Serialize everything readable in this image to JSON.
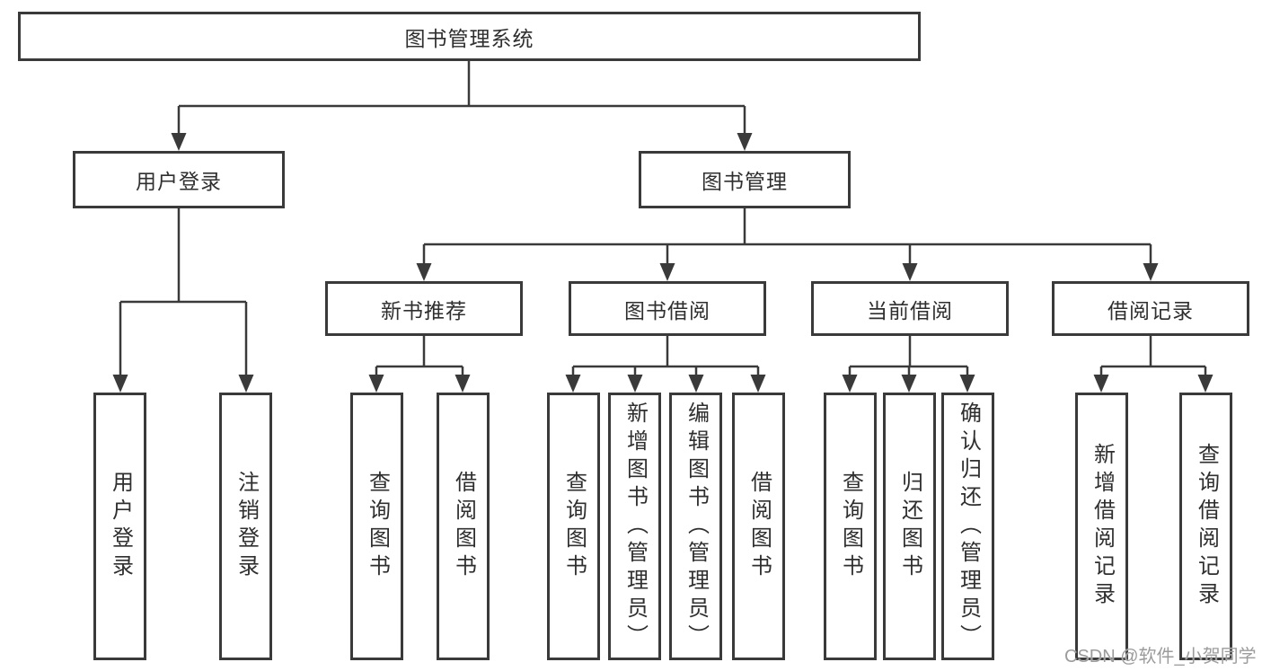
{
  "diagram": {
    "type": "tree",
    "root": {
      "label": "图书管理系统"
    },
    "level2": [
      {
        "label": "用户登录",
        "parent": "图书管理系统"
      },
      {
        "label": "图书管理",
        "parent": "图书管理系统"
      }
    ],
    "level3": [
      {
        "label": "新书推荐",
        "parent": "图书管理"
      },
      {
        "label": "图书借阅",
        "parent": "图书管理"
      },
      {
        "label": "当前借阅",
        "parent": "图书管理"
      },
      {
        "label": "借阅记录",
        "parent": "图书管理"
      }
    ],
    "leaves": [
      {
        "label": "用户登录",
        "parent": "用户登录"
      },
      {
        "label": "注销登录",
        "parent": "用户登录"
      },
      {
        "label": "查询图书",
        "parent": "新书推荐"
      },
      {
        "label": "借阅图书",
        "parent": "新书推荐"
      },
      {
        "label": "查询图书",
        "parent": "图书借阅"
      },
      {
        "label": "新增图书（管理员）",
        "parent": "图书借阅"
      },
      {
        "label": "编辑图书（管理员）",
        "parent": "图书借阅"
      },
      {
        "label": "借阅图书",
        "parent": "图书借阅"
      },
      {
        "label": "查询图书",
        "parent": "当前借阅"
      },
      {
        "label": "归还图书",
        "parent": "当前借阅"
      },
      {
        "label": "确认归还（管理员）",
        "parent": "当前借阅"
      },
      {
        "label": "新增借阅记录",
        "parent": "借阅记录"
      },
      {
        "label": "查询借阅记录",
        "parent": "借阅记录"
      }
    ],
    "watermark": "CSDN @软件_小贺同学",
    "colors": {
      "line": "#3a3a3a",
      "box_border": "#3a3a3a",
      "text": "#2f2f2f",
      "watermark": "#9c9c9c",
      "background": "#ffffff"
    }
  }
}
